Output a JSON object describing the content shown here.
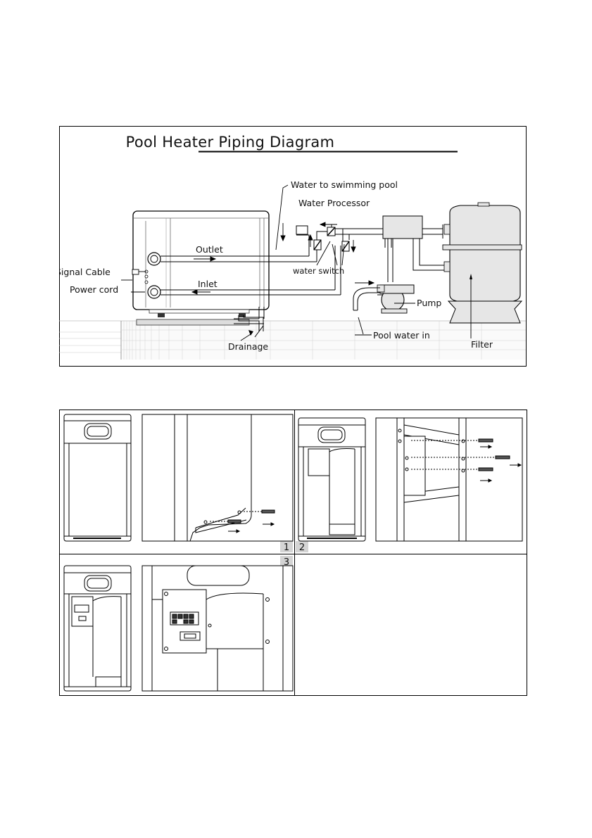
{
  "diagram": {
    "title": "Pool Heater Piping Diagram",
    "labels": {
      "water_to_pool": "Water to swimming pool",
      "water_processor": "Water Processor",
      "outlet": "Outlet",
      "signal_cable": "Signal Cable",
      "power_cord": "Power cord",
      "inlet": "Inlet",
      "water_switch": "water switch",
      "pump": "Pump",
      "pool_water_in": "Pool water in",
      "filter": "Filter",
      "drainage": "Drainage"
    }
  },
  "install_steps": {
    "step1": "1",
    "step2": "2",
    "step3": "3"
  }
}
